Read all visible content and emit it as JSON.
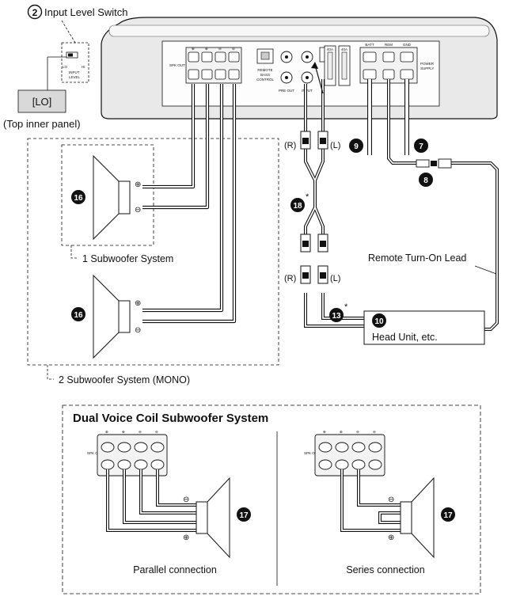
{
  "input_level_switch": {
    "number": "2",
    "title": "Input Level Switch",
    "setting": "[LO]",
    "location_note": "(Top inner panel)",
    "switch_labels": [
      "LO",
      "HI",
      "INPUT",
      "LEVEL"
    ]
  },
  "amplifier": {
    "spk_out": "SPK OUT",
    "remote_bass_control": [
      "REMOTE",
      "BASS",
      "CONTROL"
    ],
    "pre_out": "PRE OUT",
    "input": "INPUT",
    "fuse_labels": [
      "40A",
      "40A"
    ],
    "power_terminals": [
      "BATT",
      "REM",
      "GND"
    ],
    "power_supply": [
      "POWER",
      "SUPPLY"
    ],
    "polarity": [
      "⊕",
      "⊕",
      "⊖",
      "⊖"
    ]
  },
  "callouts": {
    "batt_cable": "9",
    "gnd_cable": "7",
    "fuse_connector": "8",
    "rca_cable": "18",
    "rca_cable_note": "*",
    "head_unit_cable": "13",
    "head_unit_cable_note": "*",
    "head_unit_number": "10",
    "subwoofer_top": "16",
    "subwoofer_bottom": "16",
    "dvc_parallel": "17",
    "dvc_series": "17"
  },
  "channels": {
    "right": "(R)",
    "left": "(L)"
  },
  "labels": {
    "one_sub_system": "1 Subwoofer System",
    "two_sub_system": "2 Subwoofer System (MONO)",
    "remote_lead": "Remote Turn-On Lead",
    "head_unit": "Head Unit, etc."
  },
  "dual_voice_coil": {
    "title": "Dual Voice Coil Subwoofer System",
    "parallel_caption": "Parallel connection",
    "series_caption": "Series connection"
  }
}
